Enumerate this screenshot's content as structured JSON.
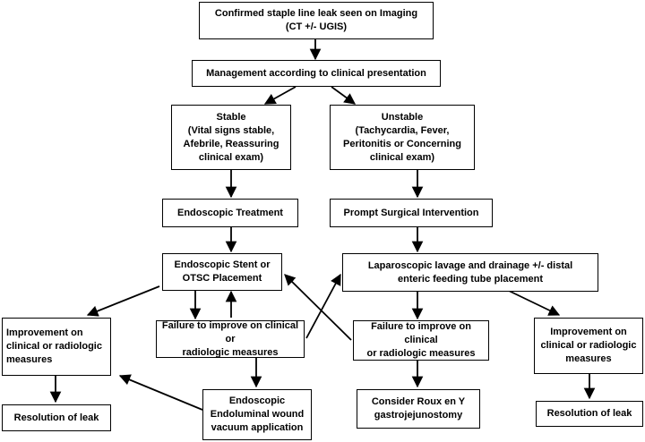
{
  "flowchart": {
    "confirmed_leak": "Confirmed staple line leak seen on Imaging\n(CT +/- UGIS)",
    "management": "Management according to clinical presentation",
    "stable": "Stable\n(Vital signs stable,\nAfebrile, Reassuring\nclinical exam)",
    "unstable": "Unstable\n(Tachycardia, Fever,\nPeritonitis or Concerning\nclinical exam)",
    "endoscopic_treatment": "Endoscopic Treatment",
    "prompt_surgical": "Prompt Surgical Intervention",
    "stent_otsc": "Endoscopic Stent or\nOTSC Placement",
    "laparoscopic": "Laparoscopic lavage and drainage +/- distal\nenteric feeding tube placement",
    "improvement_left": "Improvement on\nclinical or radiologic\nmeasures",
    "failure_left": "Failure to improve on clinical or\nradiologic measures",
    "failure_right": "Failure to improve on clinical\nor radiologic measures",
    "improvement_right": "Improvement on\nclinical or radiologic\nmeasures",
    "resolution_left": "Resolution of leak",
    "wound_vac": "Endoscopic\nEndoluminal wound\nvacuum application",
    "roux_en_y": "Consider Roux en Y\ngastrojejunostomy",
    "resolution_right": "Resolution of leak"
  }
}
